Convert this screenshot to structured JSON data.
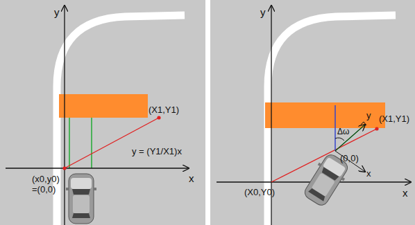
{
  "diagram": {
    "labels": [
      "y",
      "x",
      "(X1,Y1)",
      "y = (Y1/X1)x",
      "(x0,y0)",
      "=(0,0)",
      "y",
      "x",
      "(X1,Y1)",
      "(0,0)",
      "(X0,Y0)",
      "y",
      "x",
      "Δω"
    ]
  }
}
